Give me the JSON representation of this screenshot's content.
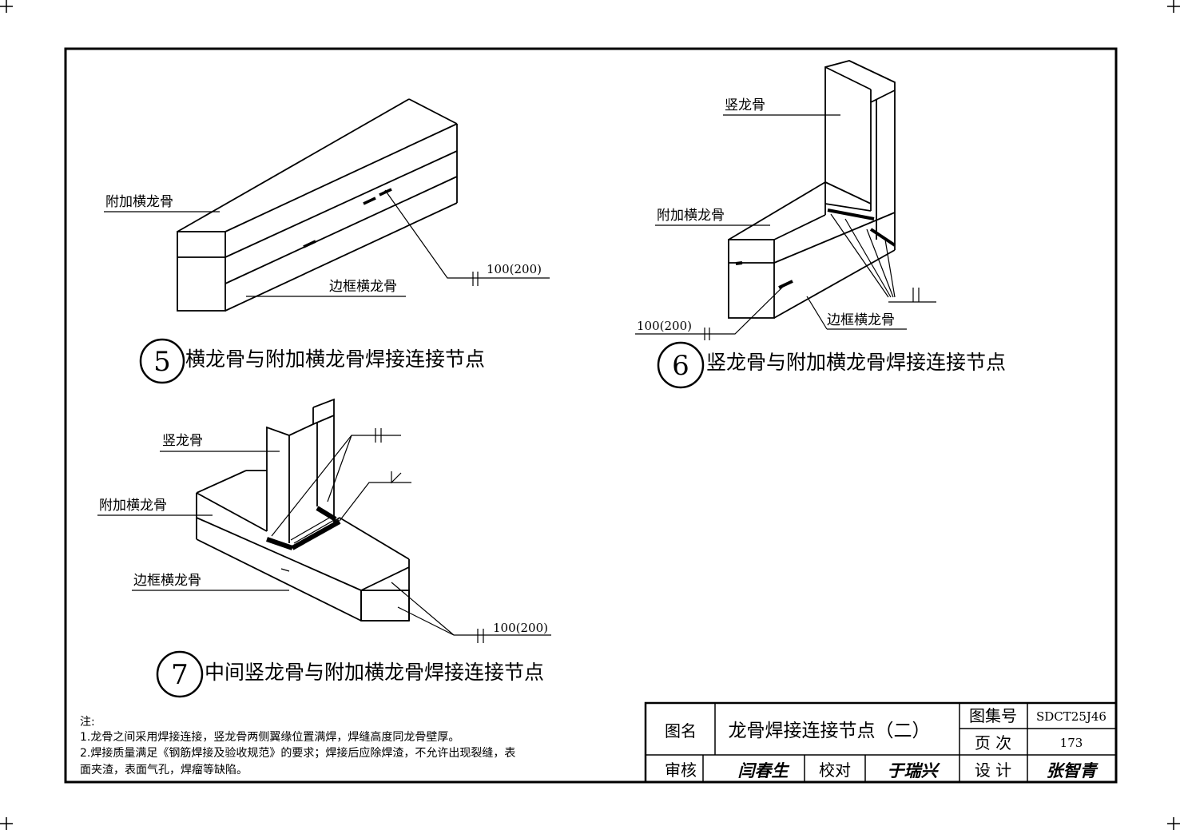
{
  "details": {
    "d5": {
      "number": "5",
      "title": "横龙骨与附加横龙骨焊接连接节点",
      "label_add": "附加横龙骨",
      "label_frame": "边框横龙骨",
      "dim": "100(200)"
    },
    "d6": {
      "number": "6",
      "title": "竖龙骨与附加横龙骨焊接连接节点",
      "label_vert": "竖龙骨",
      "label_add": "附加横龙骨",
      "label_frame": "边框横龙骨",
      "dim": "100(200)"
    },
    "d7": {
      "number": "7",
      "title": "中间竖龙骨与附加横龙骨焊接连接节点",
      "label_vert": "竖龙骨",
      "label_add": "附加横龙骨",
      "label_frame": "边框横龙骨",
      "dim": "100(200)"
    }
  },
  "notes": {
    "heading": "注:",
    "line1": "1.龙骨之间采用焊接连接，竖龙骨两侧翼缘位置满焊，焊缝高度同龙骨壁厚。",
    "line2": "2.焊接质量满足《钢筋焊接及验收规范》的要求；焊接后应除焊渣，不允许出现裂缝，表",
    "line3": "面夹渣，表面气孔，焊瘤等缺陷。"
  },
  "title_block": {
    "name_label": "图名",
    "name_value": "龙骨焊接连接节点（二）",
    "atlas_label": "图集号",
    "atlas_value": "SDCT25J46",
    "page_label": "页 次",
    "page_value": "173",
    "review_label": "审核",
    "review_sig": "闫春生",
    "check_label": "校对",
    "check_sig": "于瑞兴",
    "design_label": "设 计",
    "design_sig": "张智青"
  }
}
